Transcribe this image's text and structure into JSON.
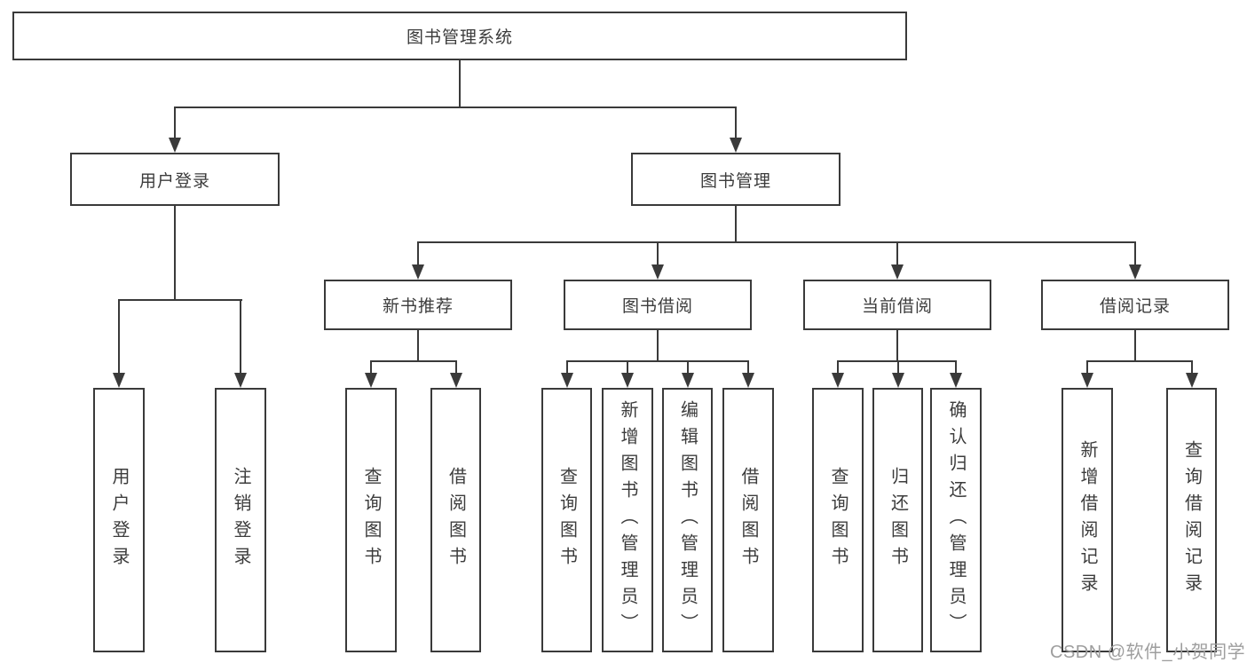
{
  "diagram": {
    "root": {
      "label": "图书管理系统"
    },
    "level2": [
      {
        "label": "用户登录"
      },
      {
        "label": "图书管理"
      }
    ],
    "level3": [
      {
        "label": "新书推荐"
      },
      {
        "label": "图书借阅"
      },
      {
        "label": "当前借阅"
      },
      {
        "label": "借阅记录"
      }
    ],
    "leaves": {
      "login": [
        "用户登录",
        "注销登录"
      ],
      "newbook": [
        "查询图书",
        "借阅图书"
      ],
      "borrow": [
        "查询图书",
        "新增图书（管理员）",
        "编辑图书（管理员）",
        "借阅图书"
      ],
      "current": [
        "查询图书",
        "归还图书",
        "确认归还（管理员）"
      ],
      "records": [
        "新增借阅记录",
        "查询借阅记录"
      ]
    }
  },
  "watermark": {
    "text": "CSDN @软件_小贺同学"
  },
  "colors": {
    "line": "#3a3a3a",
    "text": "#3c3c3c",
    "watermark": "#9e9e9e",
    "background": "#ffffff"
  }
}
